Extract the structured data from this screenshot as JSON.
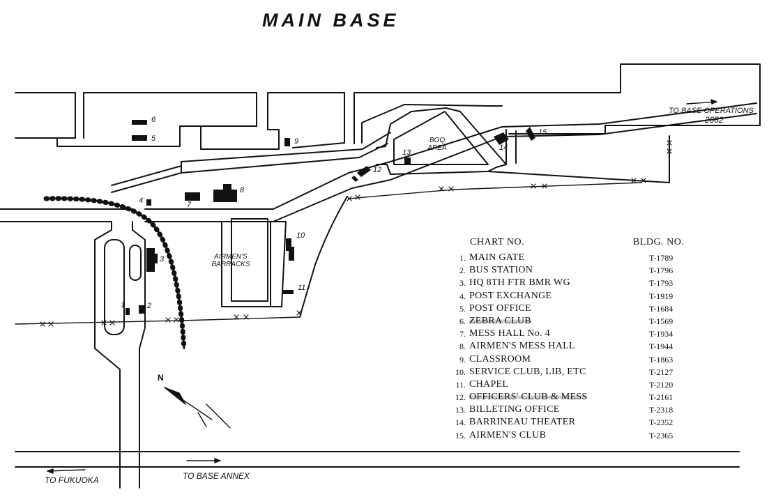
{
  "map": {
    "title": "MAIN   BASE",
    "labels": {
      "to_base_operations": "TO BASE OPERATIONS",
      "base_operations_number": "2682",
      "to_fukuoka": "TO FUKUOKA",
      "to_base_annex": "TO BASE ANNEX",
      "boq_area": "BOQ AREA",
      "airmens_barracks": "AIRMEN'S BARRACKS",
      "north": "N"
    },
    "markers": [
      "1",
      "2",
      "3",
      "4",
      "5",
      "6",
      "7",
      "8",
      "9",
      "10",
      "11",
      "12",
      "13",
      "14",
      "15"
    ]
  },
  "legend": {
    "header_chart": "CHART NO.",
    "header_bldg": "BLDG. NO.",
    "rows": [
      {
        "no": "1.",
        "name": "MAIN GATE",
        "bldg": "T-1789"
      },
      {
        "no": "2.",
        "name": "BUS STATION",
        "bldg": "T-1796"
      },
      {
        "no": "3.",
        "name": "HQ 8TH FTR BMR WG",
        "bldg": "T-1793"
      },
      {
        "no": "4.",
        "name": "POST EXCHANGE",
        "bldg": "T-1919"
      },
      {
        "no": "5.",
        "name": "POST OFFICE",
        "bldg": "T-1684"
      },
      {
        "no": "6.",
        "name": "ZEBRA CLUB",
        "bldg": "T-1569"
      },
      {
        "no": "7.",
        "name": "MESS HALL No. 4",
        "bldg": "T-1934"
      },
      {
        "no": "8.",
        "name": "AIRMEN'S MESS HALL",
        "bldg": "T-1944"
      },
      {
        "no": "9.",
        "name": "CLASSROOM",
        "bldg": "T-1863"
      },
      {
        "no": "10.",
        "name": "SERVICE CLUB, LIB, ETC",
        "bldg": "T-2127"
      },
      {
        "no": "11.",
        "name": "CHAPEL",
        "bldg": "T-2120"
      },
      {
        "no": "12.",
        "name": "OFFICERS' CLUB & MESS",
        "bldg": "T-2161"
      },
      {
        "no": "13.",
        "name": "BILLETING OFFICE",
        "bldg": "T-2318"
      },
      {
        "no": "14.",
        "name": "BARRINEAU THEATER",
        "bldg": "T-2352"
      },
      {
        "no": "15.",
        "name": "AIRMEN'S CLUB",
        "bldg": "T-2365"
      }
    ]
  }
}
